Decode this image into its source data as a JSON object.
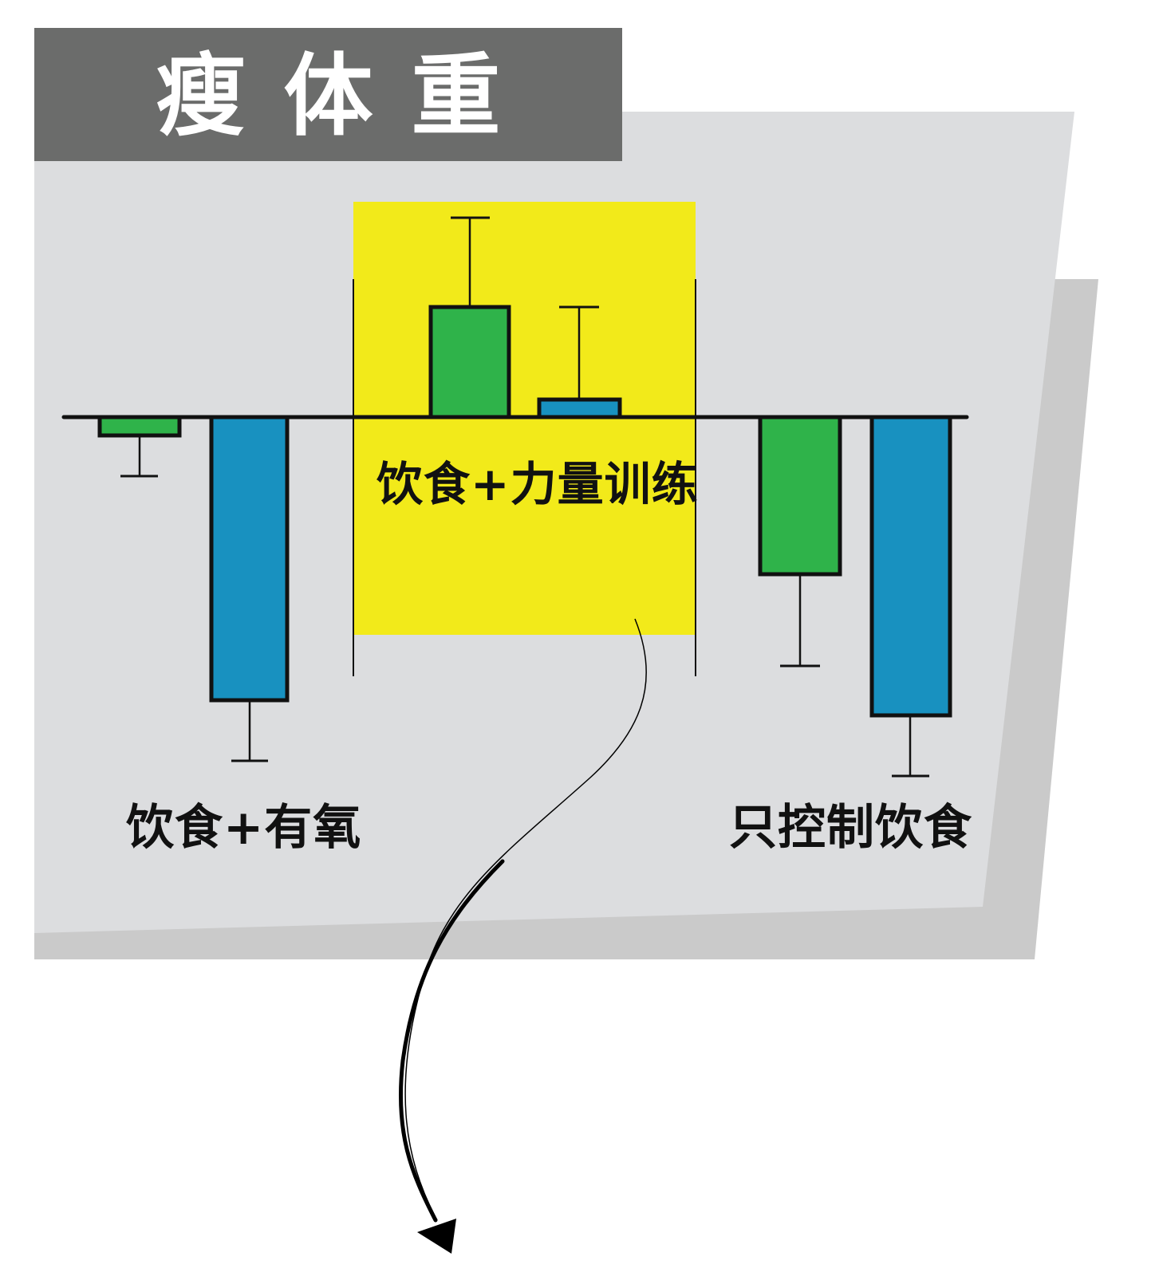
{
  "header": {
    "title": "瘦体重"
  },
  "groups": [
    {
      "label": "饮食+有氧"
    },
    {
      "label": "饮食+力量训练",
      "highlighted": true
    },
    {
      "label": "只控制饮食"
    }
  ],
  "colors": {
    "title_background": "#6b6c6b",
    "panel": "#dcdddf",
    "panel_shadow": "#cacaca",
    "highlight": "#f2ea1a",
    "series_green": "#2fb34a",
    "series_blue": "#1891c0",
    "axis": "#111111"
  },
  "chart_data": {
    "type": "bar",
    "title": "瘦体重",
    "xlabel": "",
    "ylabel": "",
    "categories": [
      "饮食+有氧",
      "饮食+力量训练",
      "只控制饮食"
    ],
    "series": [
      {
        "name": "green",
        "color": "#2fb34a",
        "values": [
          -0.6,
          3.8,
          -5.3
        ],
        "error": [
          1.4,
          3.2,
          3.1
        ]
      },
      {
        "name": "blue",
        "color": "#1891c0",
        "values": [
          -9.6,
          0.6,
          -10.1
        ],
        "error": [
          2.1,
          3.2,
          2.1
        ]
      }
    ],
    "units_note": "relative units (no axis ticks shown; values estimated from bar pixel heights, baseline = 0)",
    "highlighted_category": "饮食+力量训练",
    "grid": false,
    "legend": "none",
    "annotation": "curved arrow pointing downward from highlighted group"
  }
}
